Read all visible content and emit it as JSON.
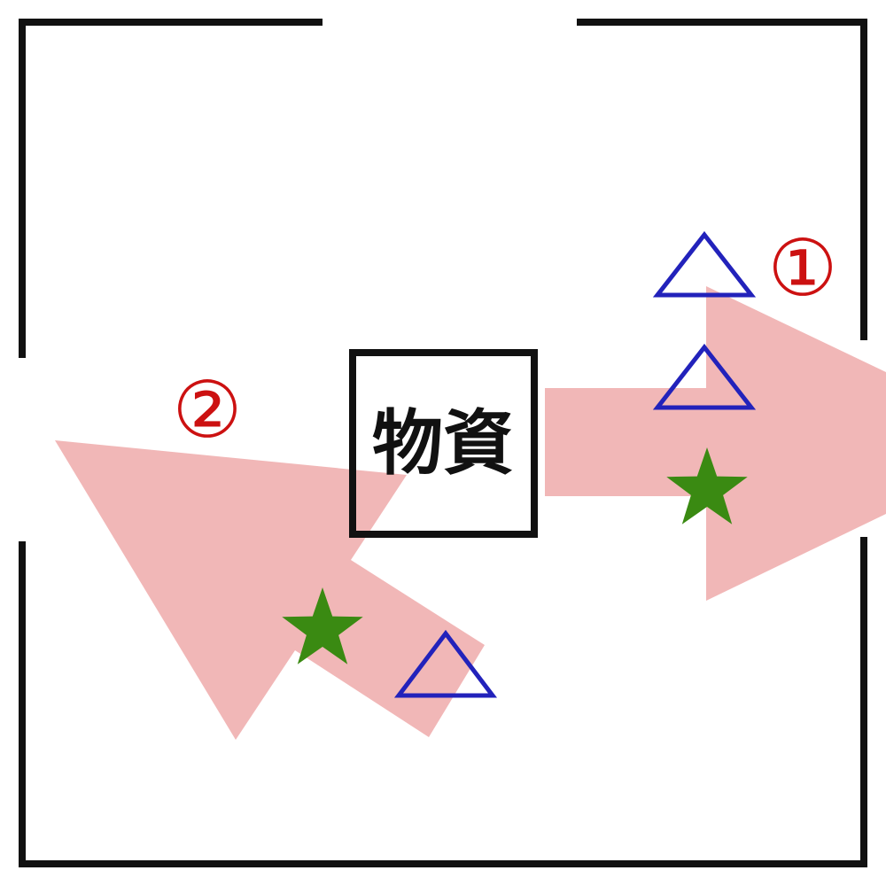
{
  "center_box": {
    "label": "物資"
  },
  "routes": [
    {
      "id": "route-1",
      "label": "①"
    },
    {
      "id": "route-2",
      "label": "②"
    }
  ],
  "colors": {
    "wall": "#111111",
    "arrow": "#eeaaaa",
    "box_border": "#111111",
    "box_text": "#111111",
    "route_label": "#cc1111",
    "triangle": "#2222bb",
    "star": "#3a8a12"
  },
  "icons": {
    "triangle": "triangle-outline-icon",
    "star": "star-icon"
  }
}
